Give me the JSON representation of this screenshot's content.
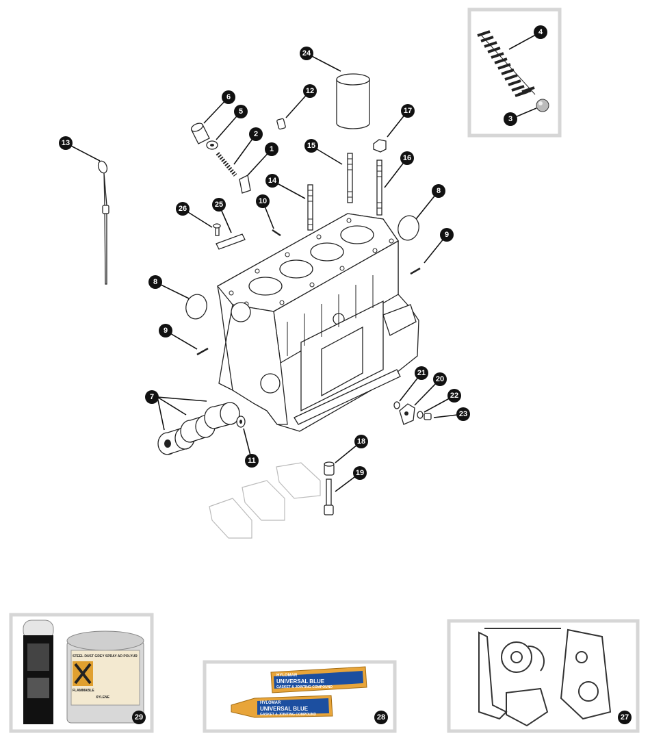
{
  "callouts": {
    "c1": "1",
    "c2": "2",
    "c3": "3",
    "c4": "4",
    "c5": "5",
    "c6": "6",
    "c7": "7",
    "c8a": "8",
    "c8b": "8",
    "c9a": "9",
    "c9b": "9",
    "c10": "10",
    "c11": "11",
    "c12": "12",
    "c13": "13",
    "c14": "14",
    "c15": "15",
    "c16": "16",
    "c17": "17",
    "c18": "18",
    "c19": "19",
    "c20": "20",
    "c21": "21",
    "c22": "22",
    "c23": "23",
    "c24": "24",
    "c25": "25",
    "c26": "26",
    "c27": "27",
    "c28": "28",
    "c29": "29"
  },
  "product_labels": {
    "hylomar_brand": "HYLOMAR",
    "universal_blue": "UNIVERSAL BLUE",
    "gasket_compound": "GASKET & JOINTING COMPOUND",
    "paint_can_title": "STEEL DUST GREY SPRAY AD POLYUR",
    "flammable": "FLAMMABLE",
    "contains": "XYLENE"
  }
}
